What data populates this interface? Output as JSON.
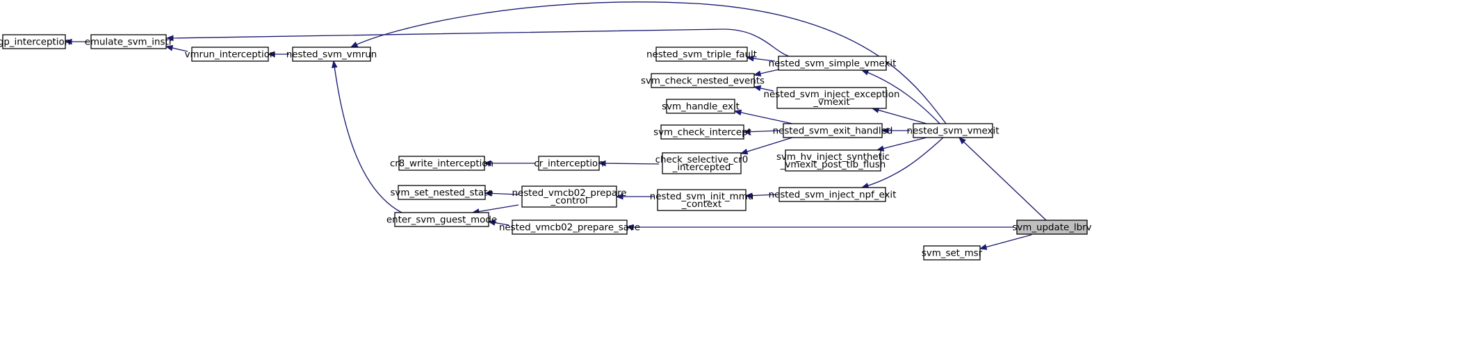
{
  "graph": {
    "kind": "call graph (callers of the focus function)",
    "focus": "svm_update_lbrv",
    "nodes": [
      {
        "id": "gp_interception",
        "lines": [
          "gp_interception"
        ]
      },
      {
        "id": "emulate_svm_instr",
        "lines": [
          "emulate_svm_instr"
        ]
      },
      {
        "id": "vmrun_interception",
        "lines": [
          "vmrun_interception"
        ]
      },
      {
        "id": "nested_svm_vmrun",
        "lines": [
          "nested_svm_vmrun"
        ]
      },
      {
        "id": "nested_svm_triple_fault",
        "lines": [
          "nested_svm_triple_fault"
        ]
      },
      {
        "id": "nested_svm_simple_vmexit",
        "lines": [
          "nested_svm_simple_vmexit"
        ]
      },
      {
        "id": "svm_check_nested_events",
        "lines": [
          "svm_check_nested_events"
        ]
      },
      {
        "id": "nested_svm_inject_exception_vmexit",
        "lines": [
          "nested_svm_inject_exception",
          "_vmexit"
        ]
      },
      {
        "id": "svm_handle_exit",
        "lines": [
          "svm_handle_exit"
        ]
      },
      {
        "id": "svm_check_intercept",
        "lines": [
          "svm_check_intercept"
        ]
      },
      {
        "id": "nested_svm_exit_handled",
        "lines": [
          "nested_svm_exit_handled"
        ]
      },
      {
        "id": "nested_svm_vmexit",
        "lines": [
          "nested_svm_vmexit"
        ]
      },
      {
        "id": "svm_hv_inject_synthetic_vmexit_post_tlb_flush",
        "lines": [
          "svm_hv_inject_synthetic",
          "_vmexit_post_tlb_flush"
        ]
      },
      {
        "id": "cr8_write_interception",
        "lines": [
          "cr8_write_interception"
        ]
      },
      {
        "id": "cr_interception",
        "lines": [
          "cr_interception"
        ]
      },
      {
        "id": "check_selective_cr0_intercepted",
        "lines": [
          "check_selective_cr0",
          "_intercepted"
        ]
      },
      {
        "id": "svm_set_nested_state",
        "lines": [
          "svm_set_nested_state"
        ]
      },
      {
        "id": "nested_vmcb02_prepare_control",
        "lines": [
          "nested_vmcb02_prepare",
          "_control"
        ]
      },
      {
        "id": "nested_svm_init_mmu_context",
        "lines": [
          "nested_svm_init_mmu",
          "_context"
        ]
      },
      {
        "id": "nested_svm_inject_npf_exit",
        "lines": [
          "nested_svm_inject_npf_exit"
        ]
      },
      {
        "id": "enter_svm_guest_mode",
        "lines": [
          "enter_svm_guest_mode"
        ]
      },
      {
        "id": "nested_vmcb02_prepare_save",
        "lines": [
          "nested_vmcb02_prepare_save"
        ]
      },
      {
        "id": "svm_update_lbrv",
        "lines": [
          "svm_update_lbrv"
        ]
      },
      {
        "id": "svm_set_msr",
        "lines": [
          "svm_set_msr"
        ]
      }
    ],
    "edges": [
      {
        "from": "gp_interception",
        "to": "emulate_svm_instr"
      },
      {
        "from": "emulate_svm_instr",
        "to": "nested_svm_simple_vmexit"
      },
      {
        "from": "vmrun_interception",
        "to": "emulate_svm_instr"
      },
      {
        "from": "nested_svm_vmrun",
        "to": "vmrun_interception"
      },
      {
        "from": "nested_svm_vmexit",
        "to": "nested_svm_vmrun"
      },
      {
        "from": "enter_svm_guest_mode",
        "to": "nested_svm_vmrun"
      },
      {
        "from": "nested_svm_simple_vmexit",
        "to": "nested_svm_triple_fault"
      },
      {
        "from": "nested_svm_simple_vmexit",
        "to": "svm_check_nested_events"
      },
      {
        "from": "nested_svm_inject_exception_vmexit",
        "to": "svm_check_nested_events"
      },
      {
        "from": "nested_svm_exit_handled",
        "to": "svm_handle_exit"
      },
      {
        "from": "nested_svm_exit_handled",
        "to": "svm_check_intercept"
      },
      {
        "from": "nested_svm_exit_handled",
        "to": "check_selective_cr0_intercepted"
      },
      {
        "from": "nested_svm_vmexit",
        "to": "nested_svm_simple_vmexit"
      },
      {
        "from": "nested_svm_vmexit",
        "to": "nested_svm_inject_exception_vmexit"
      },
      {
        "from": "nested_svm_vmexit",
        "to": "nested_svm_exit_handled"
      },
      {
        "from": "nested_svm_vmexit",
        "to": "svm_hv_inject_synthetic_vmexit_post_tlb_flush"
      },
      {
        "from": "nested_svm_vmexit",
        "to": "nested_svm_inject_npf_exit"
      },
      {
        "from": "check_selective_cr0_intercepted",
        "to": "cr_interception"
      },
      {
        "from": "cr_interception",
        "to": "cr8_write_interception"
      },
      {
        "from": "nested_svm_inject_npf_exit",
        "to": "nested_svm_init_mmu_context"
      },
      {
        "from": "nested_svm_init_mmu_context",
        "to": "nested_vmcb02_prepare_control"
      },
      {
        "from": "nested_vmcb02_prepare_control",
        "to": "svm_set_nested_state"
      },
      {
        "from": "nested_vmcb02_prepare_control",
        "to": "enter_svm_guest_mode"
      },
      {
        "from": "nested_vmcb02_prepare_save",
        "to": "enter_svm_guest_mode"
      },
      {
        "from": "svm_update_lbrv",
        "to": "nested_vmcb02_prepare_save"
      },
      {
        "from": "svm_update_lbrv",
        "to": "nested_svm_vmexit"
      },
      {
        "from": "svm_update_lbrv",
        "to": "svm_set_msr"
      }
    ]
  },
  "colors": {
    "edge": "#191970",
    "node_border": "#000000",
    "node_fill": "#ffffff",
    "focus_fill": "#bfbfbf",
    "background": "#ffffff"
  }
}
